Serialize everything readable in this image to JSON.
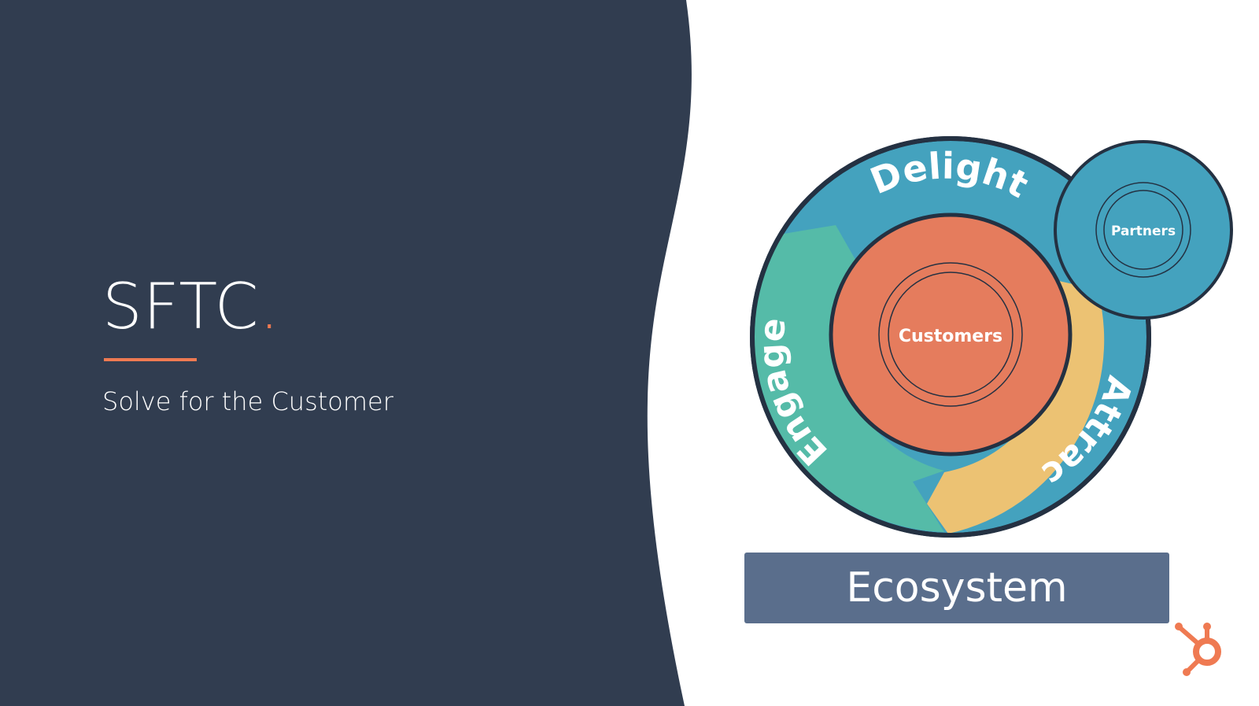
{
  "slide": {
    "title": "SFTC",
    "title_dot": ".",
    "subtitle": "Solve for the Customer"
  },
  "flywheel": {
    "segments": [
      {
        "label": "Delight",
        "color": "#44a2be"
      },
      {
        "label": "Engage",
        "color": "#55bba8"
      },
      {
        "label": "Attract",
        "color": "#ecc273"
      }
    ],
    "center_label": "Customers",
    "center_color": "#e57c5d",
    "partners_label": "Partners",
    "partners_color": "#44a2be"
  },
  "ecosystem_label": "Ecosystem",
  "colors": {
    "panel": "#313d50",
    "accent": "#ef7a52",
    "outline": "#243142",
    "ecosystem": "#5a6e8c"
  },
  "logo_icon": "hubspot-sprocket-icon"
}
